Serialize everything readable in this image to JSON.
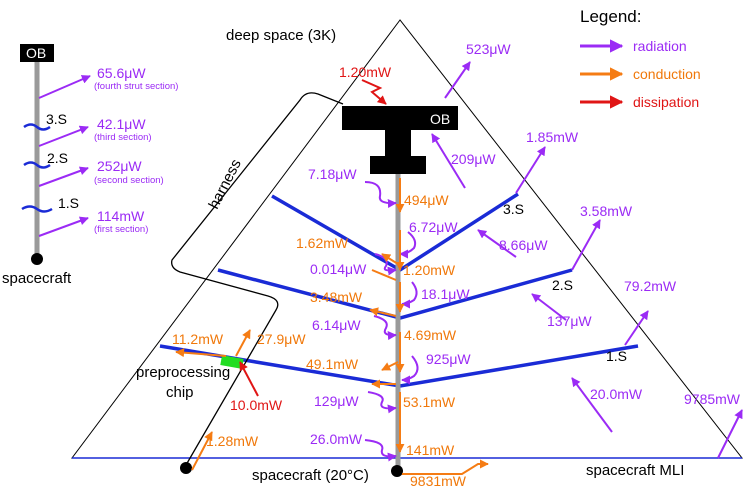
{
  "colors": {
    "radiation": "#9b2bf5",
    "conduction": "#f57c14",
    "dissipation": "#e01515",
    "shield": "#1a2bd6",
    "strut": "#9a9a9a",
    "chip": "#22dd22"
  },
  "legend": {
    "title": "Legend:",
    "radiation": "radiation",
    "conduction": "conduction",
    "dissipation": "dissipation"
  },
  "labels": {
    "deep_space": "deep space (3K)",
    "spacecraft_bottom": "spacecraft (20°C)",
    "spacecraft_mli": "spacecraft MLI",
    "harness": "harness",
    "chip_line1": "preprocessing",
    "chip_line2": "chip",
    "ob_main": "OB",
    "shield_3": "3.S",
    "shield_2": "2.S",
    "shield_1": "1.S"
  },
  "side_diagram": {
    "ob": "OB",
    "spacecraft": "spacecraft",
    "s3": "3.S",
    "s2": "2.S",
    "s1": "1.S",
    "v4": "65.6μW",
    "n4": "(fourth strut section)",
    "v3": "42.1μW",
    "n3": "(third section)",
    "v2": "252μW",
    "n2": "(second section)",
    "v1": "114mW",
    "n1": "(first section)"
  },
  "values": {
    "ob_dissipation": "1.20mW",
    "ob_rad_out": "523μW",
    "ob_to_3s": "209μW",
    "s3_out": "1.85mW",
    "s3_to_2s": "8.66μW",
    "s2_out": "3.58mW",
    "s2_to_1s": "137μW",
    "s1_out": "79.2mW",
    "mli_to_1s": "20.0mW",
    "mli_out": "9785mW",
    "strut_rad_top": "7.18μW",
    "strut_cond_top": "494μW",
    "strut_3s_rad": "6.72μW",
    "harness_cond_3s": "1.62mW",
    "strut_3s_cond": "1.20mW",
    "harness_rad_3s": "0.014μW",
    "harness_cond_2s": "3.48mW",
    "strut_2s_rad": "18.1μW",
    "harness_rad_2s": "6.14μW",
    "strut_2s_cond": "4.69mW",
    "chip_left": "11.2mW",
    "chip_up": "27.9μW",
    "harness_cond_1s": "49.1mW",
    "strut_1s_rad": "925μW",
    "chip_diss": "10.0mW",
    "harness_rad_1s": "129μW",
    "strut_1s_cond": "53.1mW",
    "base_rad": "26.0mW",
    "base_cond": "141mW",
    "harness_base": "1.28mW",
    "base_out": "9831mW"
  }
}
